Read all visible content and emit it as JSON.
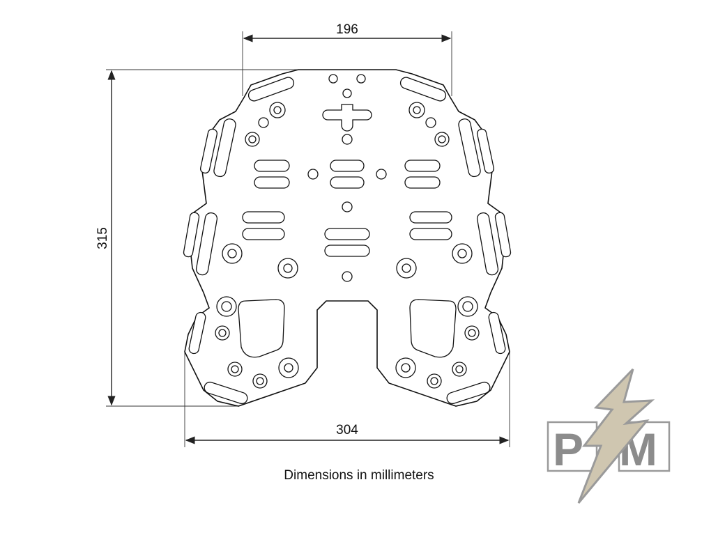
{
  "dimensions": {
    "width_top": "196",
    "height": "315",
    "width_bottom": "304"
  },
  "caption": "Dimensions in millimeters",
  "logo": {
    "letters": "P M",
    "colors": {
      "letters": "#8c8c8c",
      "bolt": "#cfc6b0"
    }
  }
}
